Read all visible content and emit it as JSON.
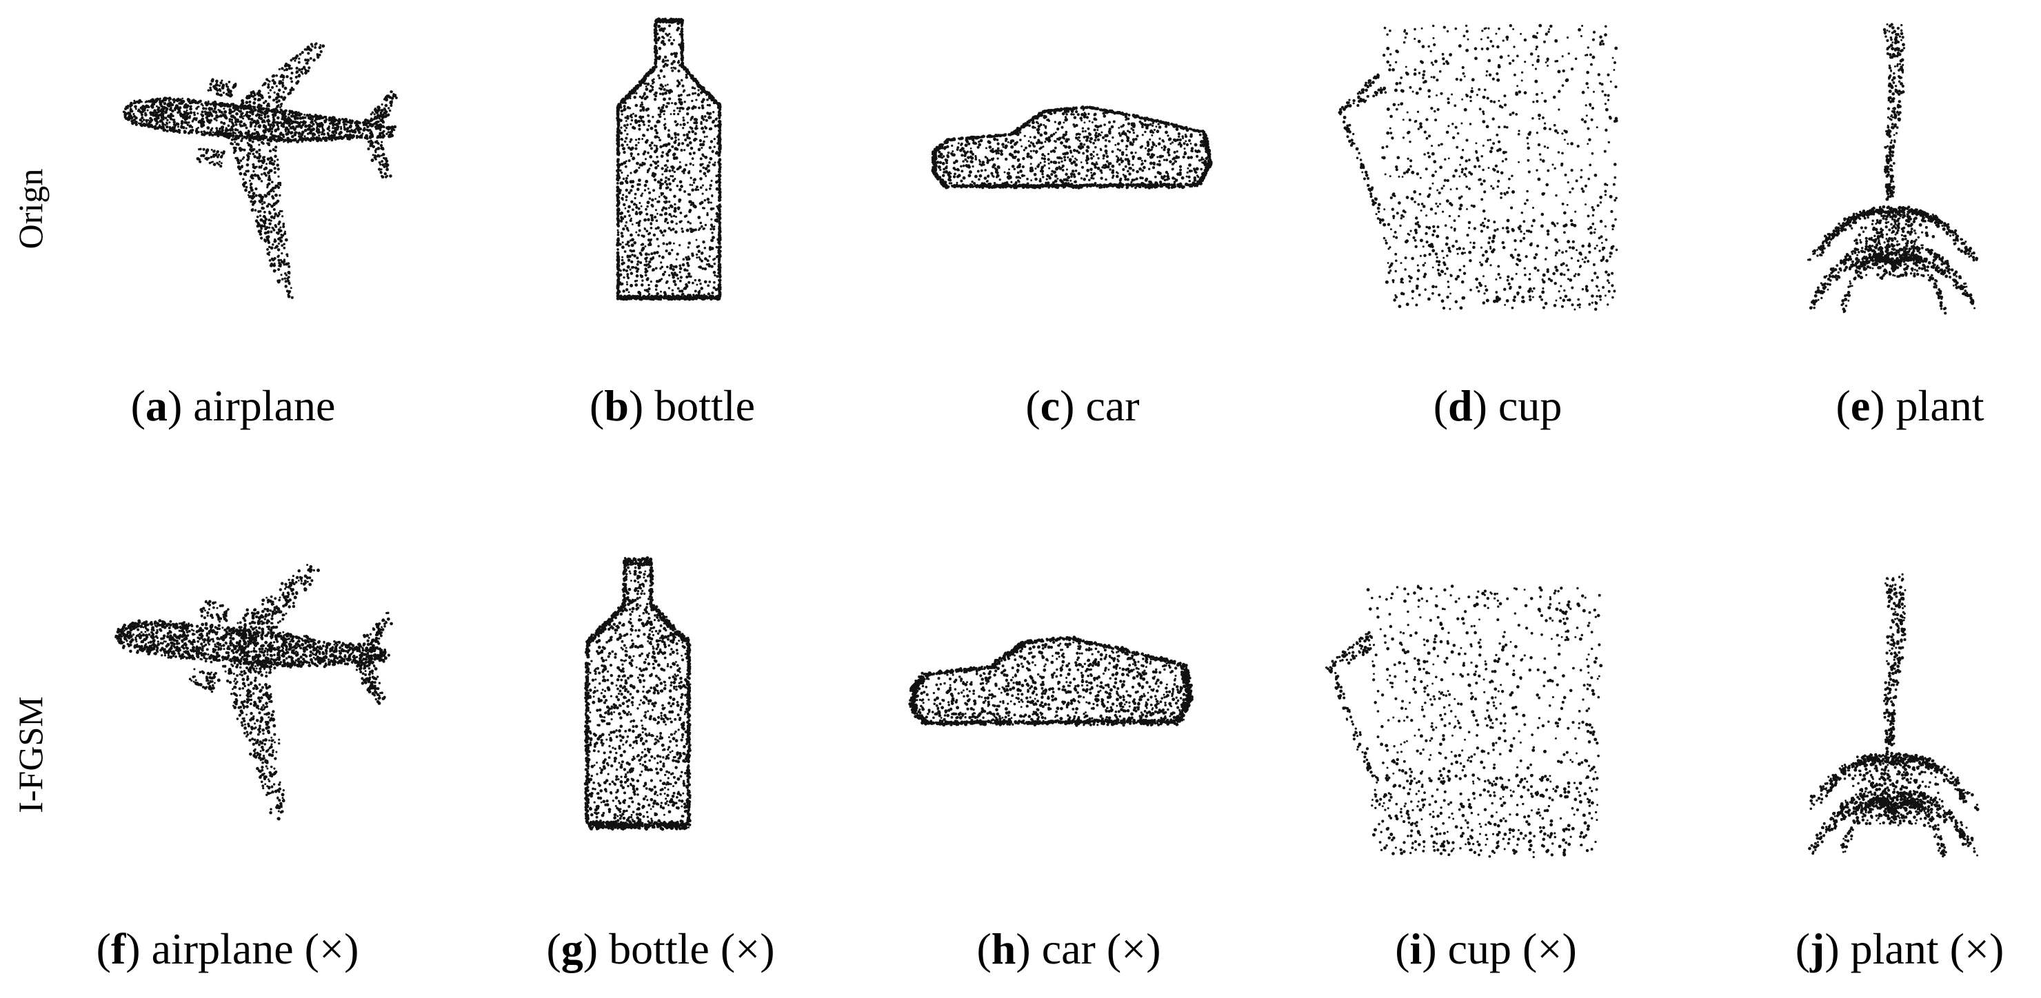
{
  "rows": [
    {
      "label": "Orign",
      "panels": [
        {
          "letter": "a",
          "object": "airplane"
        },
        {
          "letter": "b",
          "object": "bottle"
        },
        {
          "letter": "c",
          "object": "car"
        },
        {
          "letter": "d",
          "object": "cup"
        },
        {
          "letter": "e",
          "object": "plant"
        }
      ]
    },
    {
      "label": "I-FGSM",
      "panels": [
        {
          "letter": "f",
          "object": "airplane (×)"
        },
        {
          "letter": "g",
          "object": "bottle (×)"
        },
        {
          "letter": "h",
          "object": "car (×)"
        },
        {
          "letter": "i",
          "object": "cup (×)"
        },
        {
          "letter": "j",
          "object": "plant (×)"
        }
      ]
    }
  ]
}
